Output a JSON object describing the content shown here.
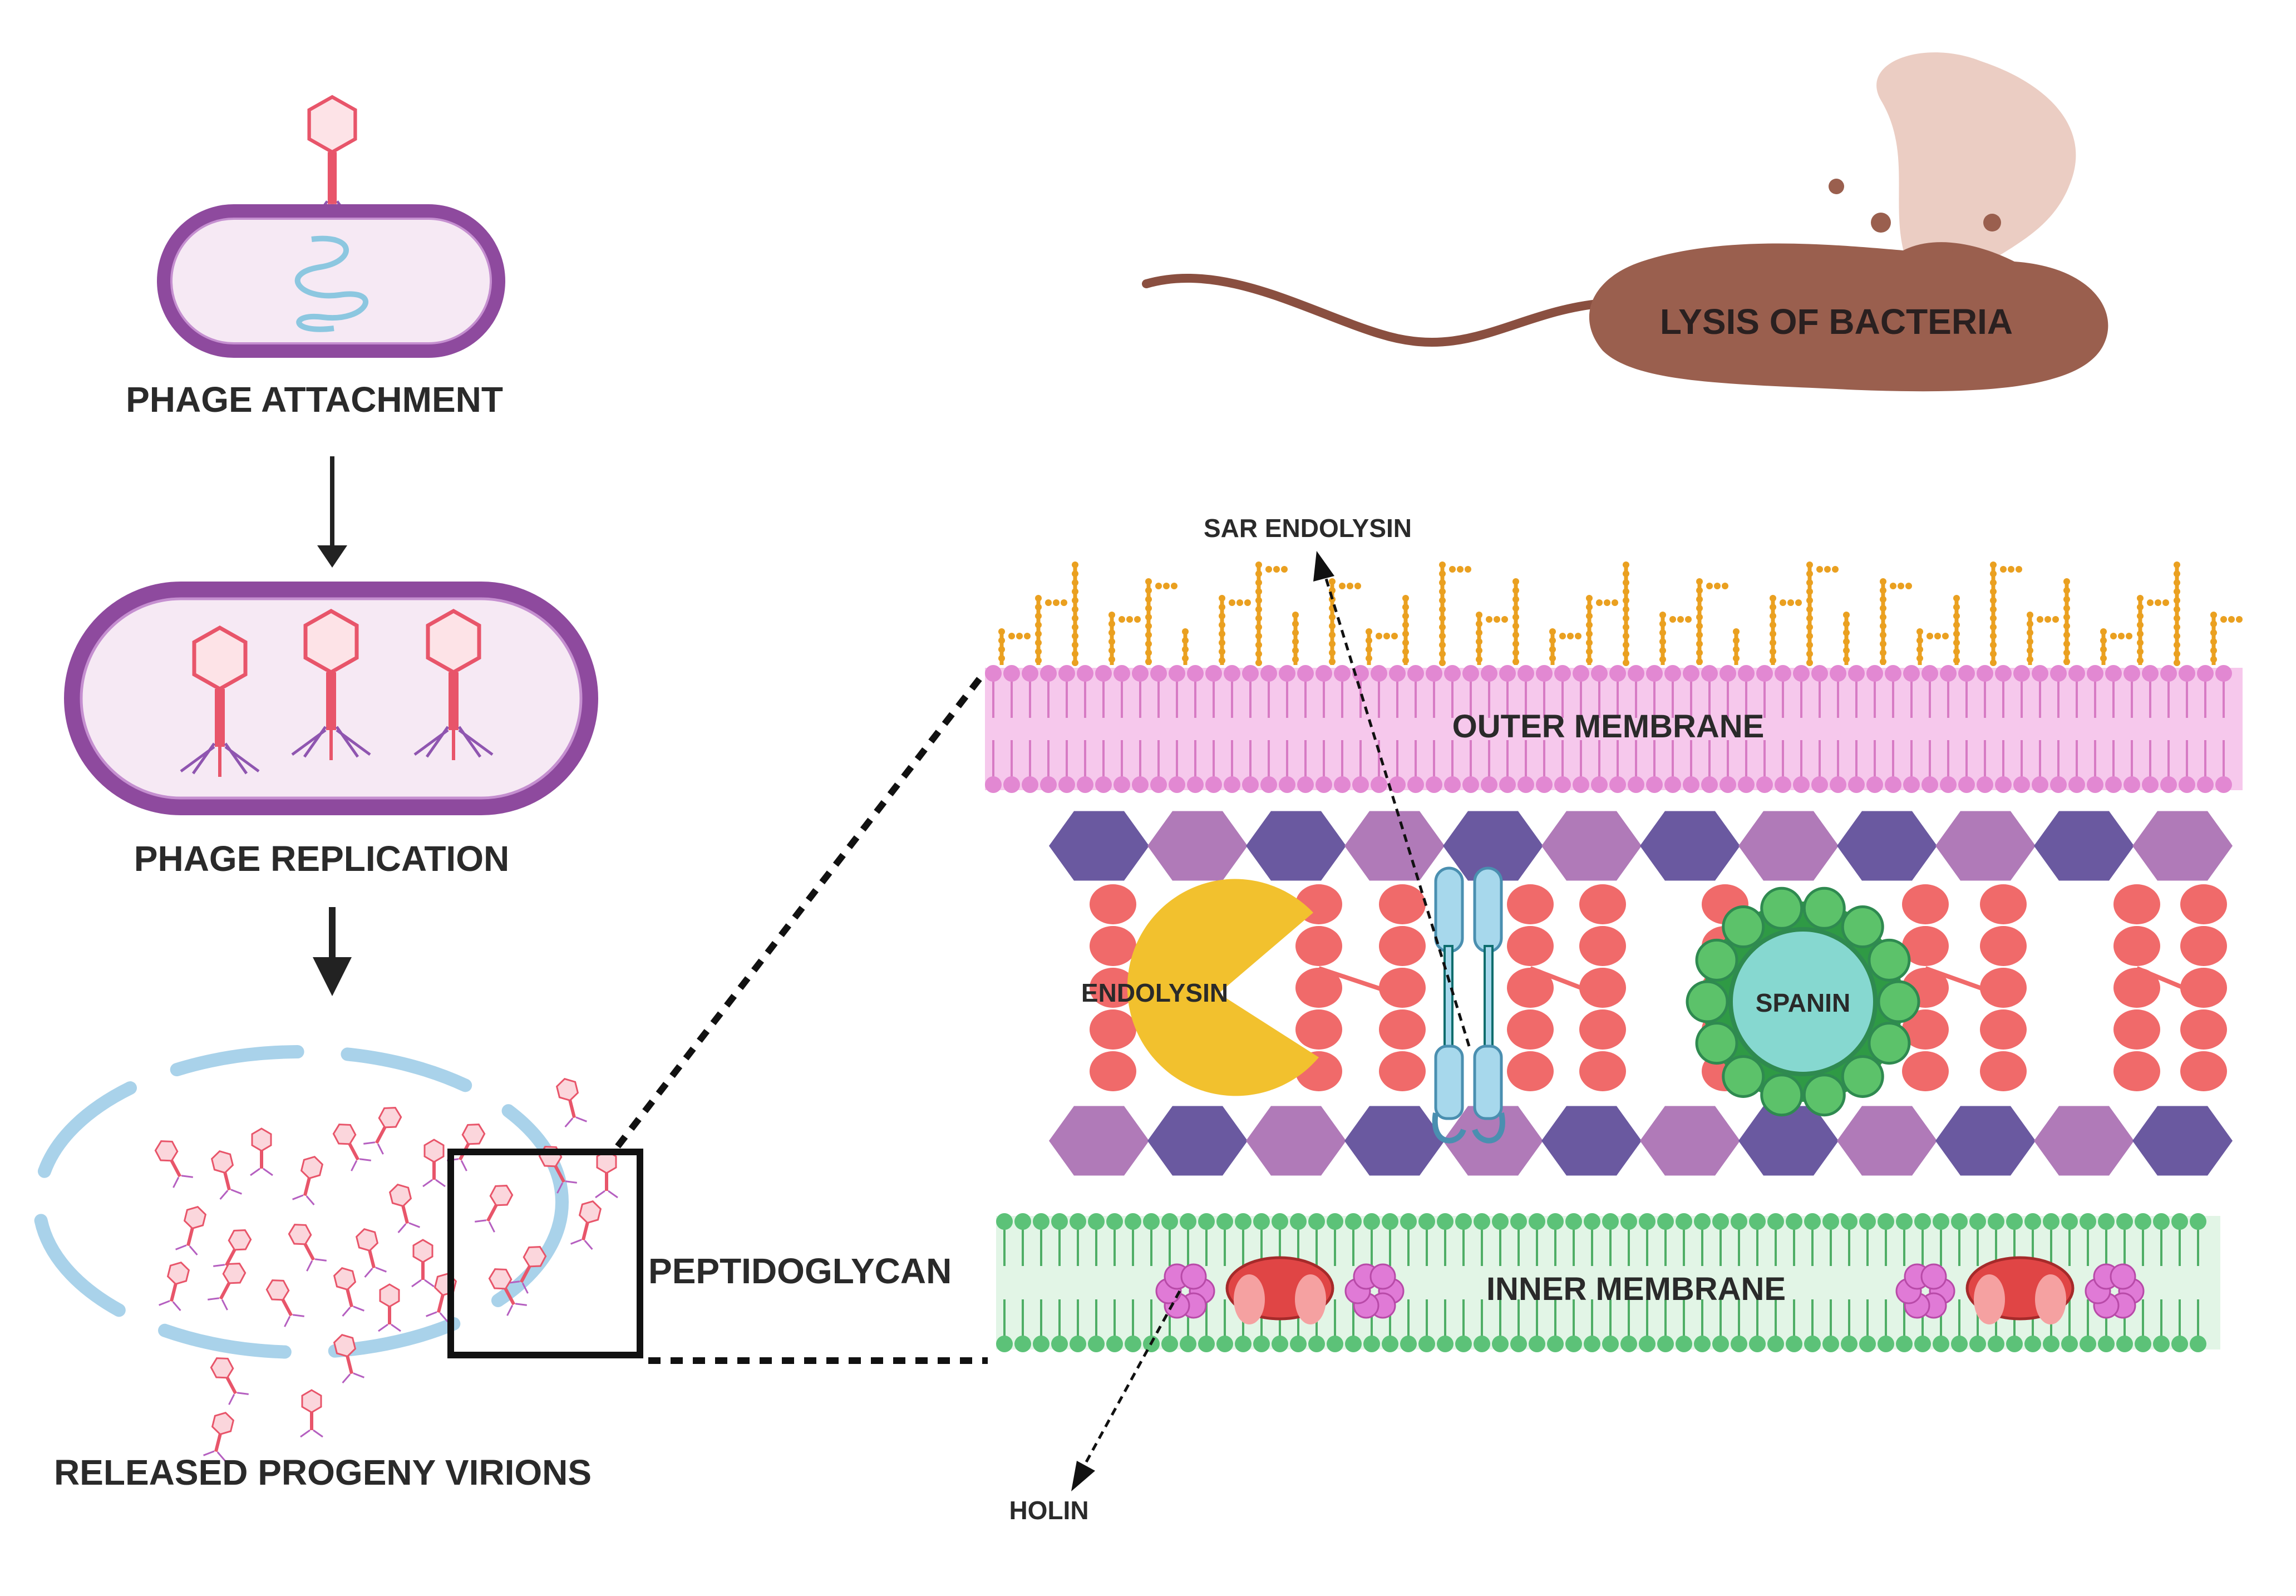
{
  "labels": {
    "phage_attachment": "PHAGE ATTACHMENT",
    "phage_replication": "PHAGE REPLICATION",
    "released_progeny": "RELEASED PROGENY VIRIONS",
    "lysis": "LYSIS OF BACTERIA",
    "sar_endolysin": "SAR ENDOLYSIN",
    "outer_membrane": "OUTER MEMBRANE",
    "peptidoglycan": "PEPTIDOGLYCAN",
    "endolysin": "ENDOLYSIN",
    "spanin": "SPANIN",
    "inner_membrane": "INNER MEMBRANE",
    "holin": "HOLIN"
  },
  "colors": {
    "cell_wall": "#8e4a9e",
    "cell_fill": "#f6e9f4",
    "phage": "#e8556a",
    "outer_membrane": "#e59ad6",
    "lps": "#eaa020",
    "hex_dark": "#6a59a0",
    "hex_light": "#b07ab8",
    "peptide": "#f06a6a",
    "endolysin": "#f2c12e",
    "spanin": "#5cc26a",
    "spanin_core": "#86d8d0",
    "inner_membrane": "#5cc278",
    "holin_red": "#e04545",
    "holin_pink": "#e07ad6",
    "bacterium": "#9a5f4e"
  }
}
